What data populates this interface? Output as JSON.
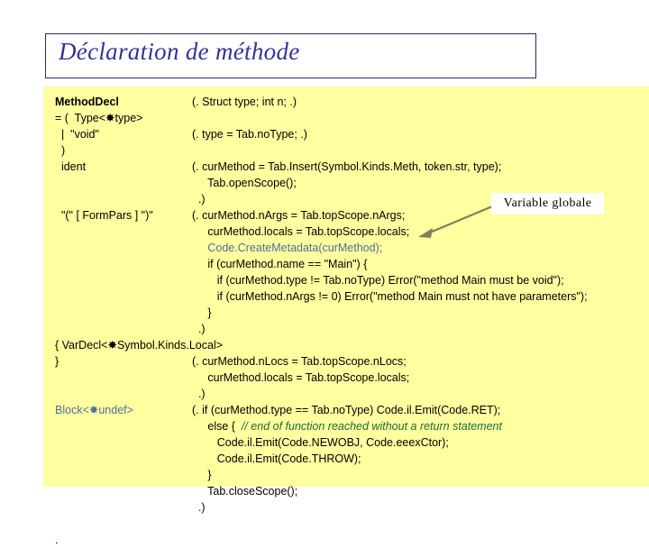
{
  "slide": {
    "title": "Déclaration de méthode",
    "panel_color": "#ffffa0",
    "title_color": "#333399"
  },
  "callout": {
    "label": "Variable globale",
    "arrow_color": "#808058",
    "arrow_name": "callout-arrow"
  },
  "code": {
    "colors": {
      "default": "#000000",
      "blue": "#4d6f9e",
      "comment_green": "#1f6a35"
    },
    "rows": [
      {
        "left": "MethodDecl",
        "left_style": "bold",
        "right": "(. Struct type; int n; .)",
        "right_style": ""
      },
      {
        "left": "= (  Type<✸type>",
        "left_style": "",
        "right": "",
        "right_style": ""
      },
      {
        "left": "  |  \"void\"",
        "left_style": "",
        "right": "(. type = Tab.noType; .)",
        "right_style": ""
      },
      {
        "left": "  )",
        "left_style": "",
        "right": "",
        "right_style": ""
      },
      {
        "left": "  ident",
        "left_style": "",
        "right": "(. curMethod = Tab.Insert(Symbol.Kinds.Meth, token.str, type);",
        "right_style": ""
      },
      {
        "left": "",
        "left_style": "",
        "right": "     Tab.openScope();",
        "right_style": ""
      },
      {
        "left": "",
        "left_style": "",
        "right": "  .)",
        "right_style": ""
      },
      {
        "left": "  \"(\" [ FormPars ] \")\"",
        "left_style": "",
        "right": "(. curMethod.nArgs = Tab.topScope.nArgs;",
        "right_style": ""
      },
      {
        "left": "",
        "left_style": "",
        "right": "     curMethod.locals = Tab.topScope.locals;",
        "right_style": ""
      },
      {
        "left": "",
        "left_style": "",
        "right": "     Code.CreateMetadata(curMethod);",
        "right_style": "blue"
      },
      {
        "left": "",
        "left_style": "",
        "right": "     if (curMethod.name == \"Main\") {",
        "right_style": ""
      },
      {
        "left": "",
        "left_style": "",
        "right": "        if (curMethod.type != Tab.noType) Error(\"method Main must be void\");",
        "right_style": ""
      },
      {
        "left": "",
        "left_style": "",
        "right": "        if (curMethod.nArgs != 0) Error(\"method Main must not have parameters\");",
        "right_style": ""
      },
      {
        "left": "",
        "left_style": "",
        "right": "     }",
        "right_style": ""
      },
      {
        "left": "",
        "left_style": "",
        "right": "  .)",
        "right_style": ""
      },
      {
        "left": "{ VarDecl<✸Symbol.Kinds.Local>",
        "left_style": "",
        "right": "",
        "right_style": ""
      },
      {
        "left": "}",
        "left_style": "",
        "right": "(. curMethod.nLocs = Tab.topScope.nLocs;",
        "right_style": ""
      },
      {
        "left": "",
        "left_style": "",
        "right": "     curMethod.locals = Tab.topScope.locals;",
        "right_style": ""
      },
      {
        "left": "",
        "left_style": "",
        "right": "  .)",
        "right_style": ""
      },
      {
        "left": "Block<✸undef>",
        "left_style": "blue",
        "right": "(. if (curMethod.type == Tab.noType) Code.il.Emit(Code.RET);",
        "right_style": ""
      },
      {
        "left": "",
        "left_style": "",
        "right": "     else {  // end of function reached without a return statement",
        "right_style": "comment"
      },
      {
        "left": "",
        "left_style": "",
        "right": "        Code.il.Emit(Code.NEWOBJ, Code.eeexCtor);",
        "right_style": ""
      },
      {
        "left": "",
        "left_style": "",
        "right": "        Code.il.Emit(Code.THROW);",
        "right_style": ""
      },
      {
        "left": "",
        "left_style": "",
        "right": "     }",
        "right_style": ""
      },
      {
        "left": "",
        "left_style": "",
        "right": "     Tab.closeScope();",
        "right_style": ""
      },
      {
        "left": "",
        "left_style": "",
        "right": "  .)",
        "right_style": ""
      },
      {
        "left": "",
        "left_style": "",
        "right": "",
        "right_style": ""
      },
      {
        "left": ".",
        "left_style": "",
        "right": "",
        "right_style": ""
      }
    ]
  }
}
